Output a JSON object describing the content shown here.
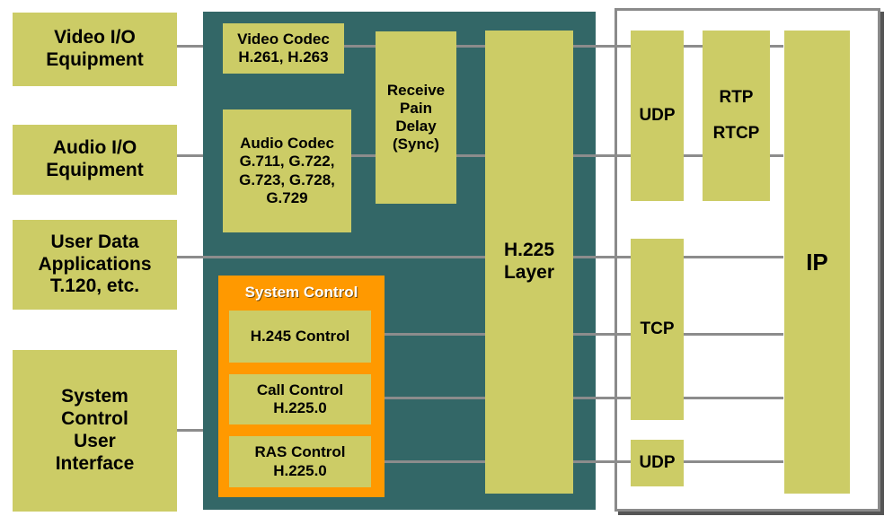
{
  "colors": {
    "teal": "#336767",
    "box": "#cccc66",
    "line": "#8c8c8c",
    "orange": "#ff9900",
    "net_border": "#8a8a8a"
  },
  "left": {
    "video_io": "Video I/O\nEquipment",
    "audio_io": "Audio I/O\nEquipment",
    "user_data": "User Data\nApplications\nT.120, etc.",
    "system_ui": "System\nControl\nUser\nInterface"
  },
  "middle": {
    "video_codec": "Video Codec\nH.261, H.263",
    "audio_codec": "Audio Codec\nG.711, G.722,\nG.723, G.728,\nG.729",
    "receive_delay": "Receive\nPain\nDelay\n(Sync)",
    "h225_layer": "H.225\nLayer"
  },
  "system_control": {
    "title": "System Control",
    "h245": "H.245 Control",
    "call": "Call Control\nH.225.0",
    "ras": "RAS Control\nH.225.0"
  },
  "network": {
    "udp_top": "UDP",
    "rtp_rtcp": "RTP\n\nRTCP",
    "tcp": "TCP",
    "udp_bottom": "UDP",
    "ip": "IP"
  }
}
